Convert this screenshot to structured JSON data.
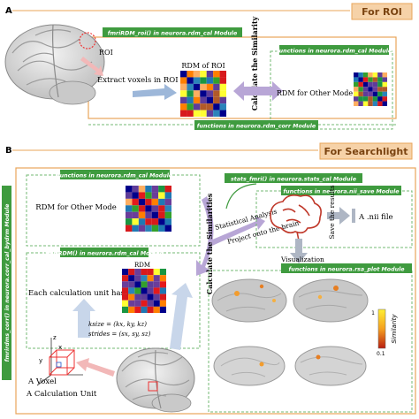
{
  "panel_a": {
    "letter": "A",
    "header": "For ROI",
    "roi_label": "ROI",
    "extract_label": "Extract voxels in ROI",
    "rdm_title": "RDM of ROI",
    "calc_similarity": "Calculate the Similarity",
    "rdm_other": "RDM for Other Mode",
    "module_roi": "fmriRDM_roi() in neurora.rdm_cal Module",
    "module_cal": "functions in neurora.rdm_cal Module",
    "module_corr": "functions in neurora.rdm_corr Module"
  },
  "panel_b": {
    "letter": "B",
    "header": "For Searchlight",
    "module_cal": "functions in neurora.rdm_cal Module",
    "rdm_other": "RDM for Other Mode",
    "calc_similarities": "Calculate the Similarities",
    "module_fmri": "fmriRDM() in neurora.rdm_cal Module",
    "rdm_label": "RDM",
    "each_unit": "Each calculation unit has a",
    "ksize": "ksize = (kx, ky, kz)",
    "strides": "strides = (sx, sy, sz)",
    "axis_x": "x",
    "axis_y": "y",
    "axis_z": "z",
    "a_voxel": "A Voxel",
    "a_calc_unit": "A Calculation Unit",
    "side_module": "fmrirdms_corr() in neurora.corr_cal_bydrm Module",
    "stats_module": "stats_fmri() in neurora.stats_cal Module",
    "nii_module": "functions in neurora.nii_save Module",
    "stat_analysis": "Statistical Analysis",
    "project": "Project onto the brain",
    "save_results": "Save the results",
    "nii_file": "A .nii file",
    "visualization": "Visualization",
    "plot_module": "functions in neurora.rsa_plot Module",
    "colorbar_label": "Similarity",
    "colorbar_max": "1",
    "colorbar_min": "0.1"
  },
  "colors": {
    "orange_border": "#e8a55a",
    "header_fill": "#f6d2a8",
    "green": "#3f9b3f",
    "dashed_green": "#73b873",
    "blue_arrow": "#9db7d9",
    "purple_arrow": "#b8a6d6",
    "pink_arrow": "#f2b8b8",
    "grey_arrow": "#aeb6c4"
  }
}
